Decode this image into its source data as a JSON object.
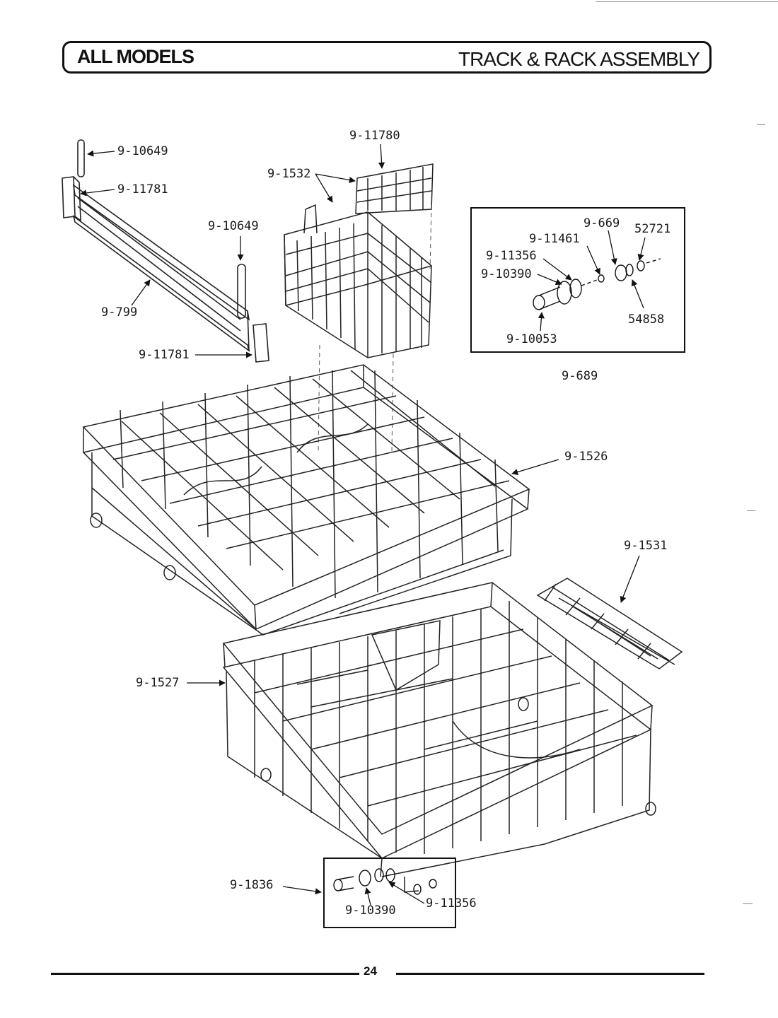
{
  "header": {
    "left": "ALL MODELS",
    "right": "TRACK & RACK ASSEMBLY"
  },
  "labels": {
    "p_9_10649_a": "9-10649",
    "p_9_11781_a": "9-11781",
    "p_9_10649_b": "9-10649",
    "p_9_799": "9-799",
    "p_9_11781_b": "9-11781",
    "p_9_11780": "9-11780",
    "p_9_1532": "9-1532",
    "p_9_669": "9-669",
    "p_52721": "52721",
    "p_9_11461": "9-11461",
    "p_9_11356_a": "9-11356",
    "p_9_10390_a": "9-10390",
    "p_54858": "54858",
    "p_9_10053": "9-10053",
    "p_9_689": "9-689",
    "p_9_1526": "9-1526",
    "p_9_1531": "9-1531",
    "p_9_1527": "9-1527",
    "p_9_1836": "9-1836",
    "p_9_10390_b": "9-10390",
    "p_9_11356_b": "9-11356"
  },
  "footer": {
    "page_number": "24"
  }
}
